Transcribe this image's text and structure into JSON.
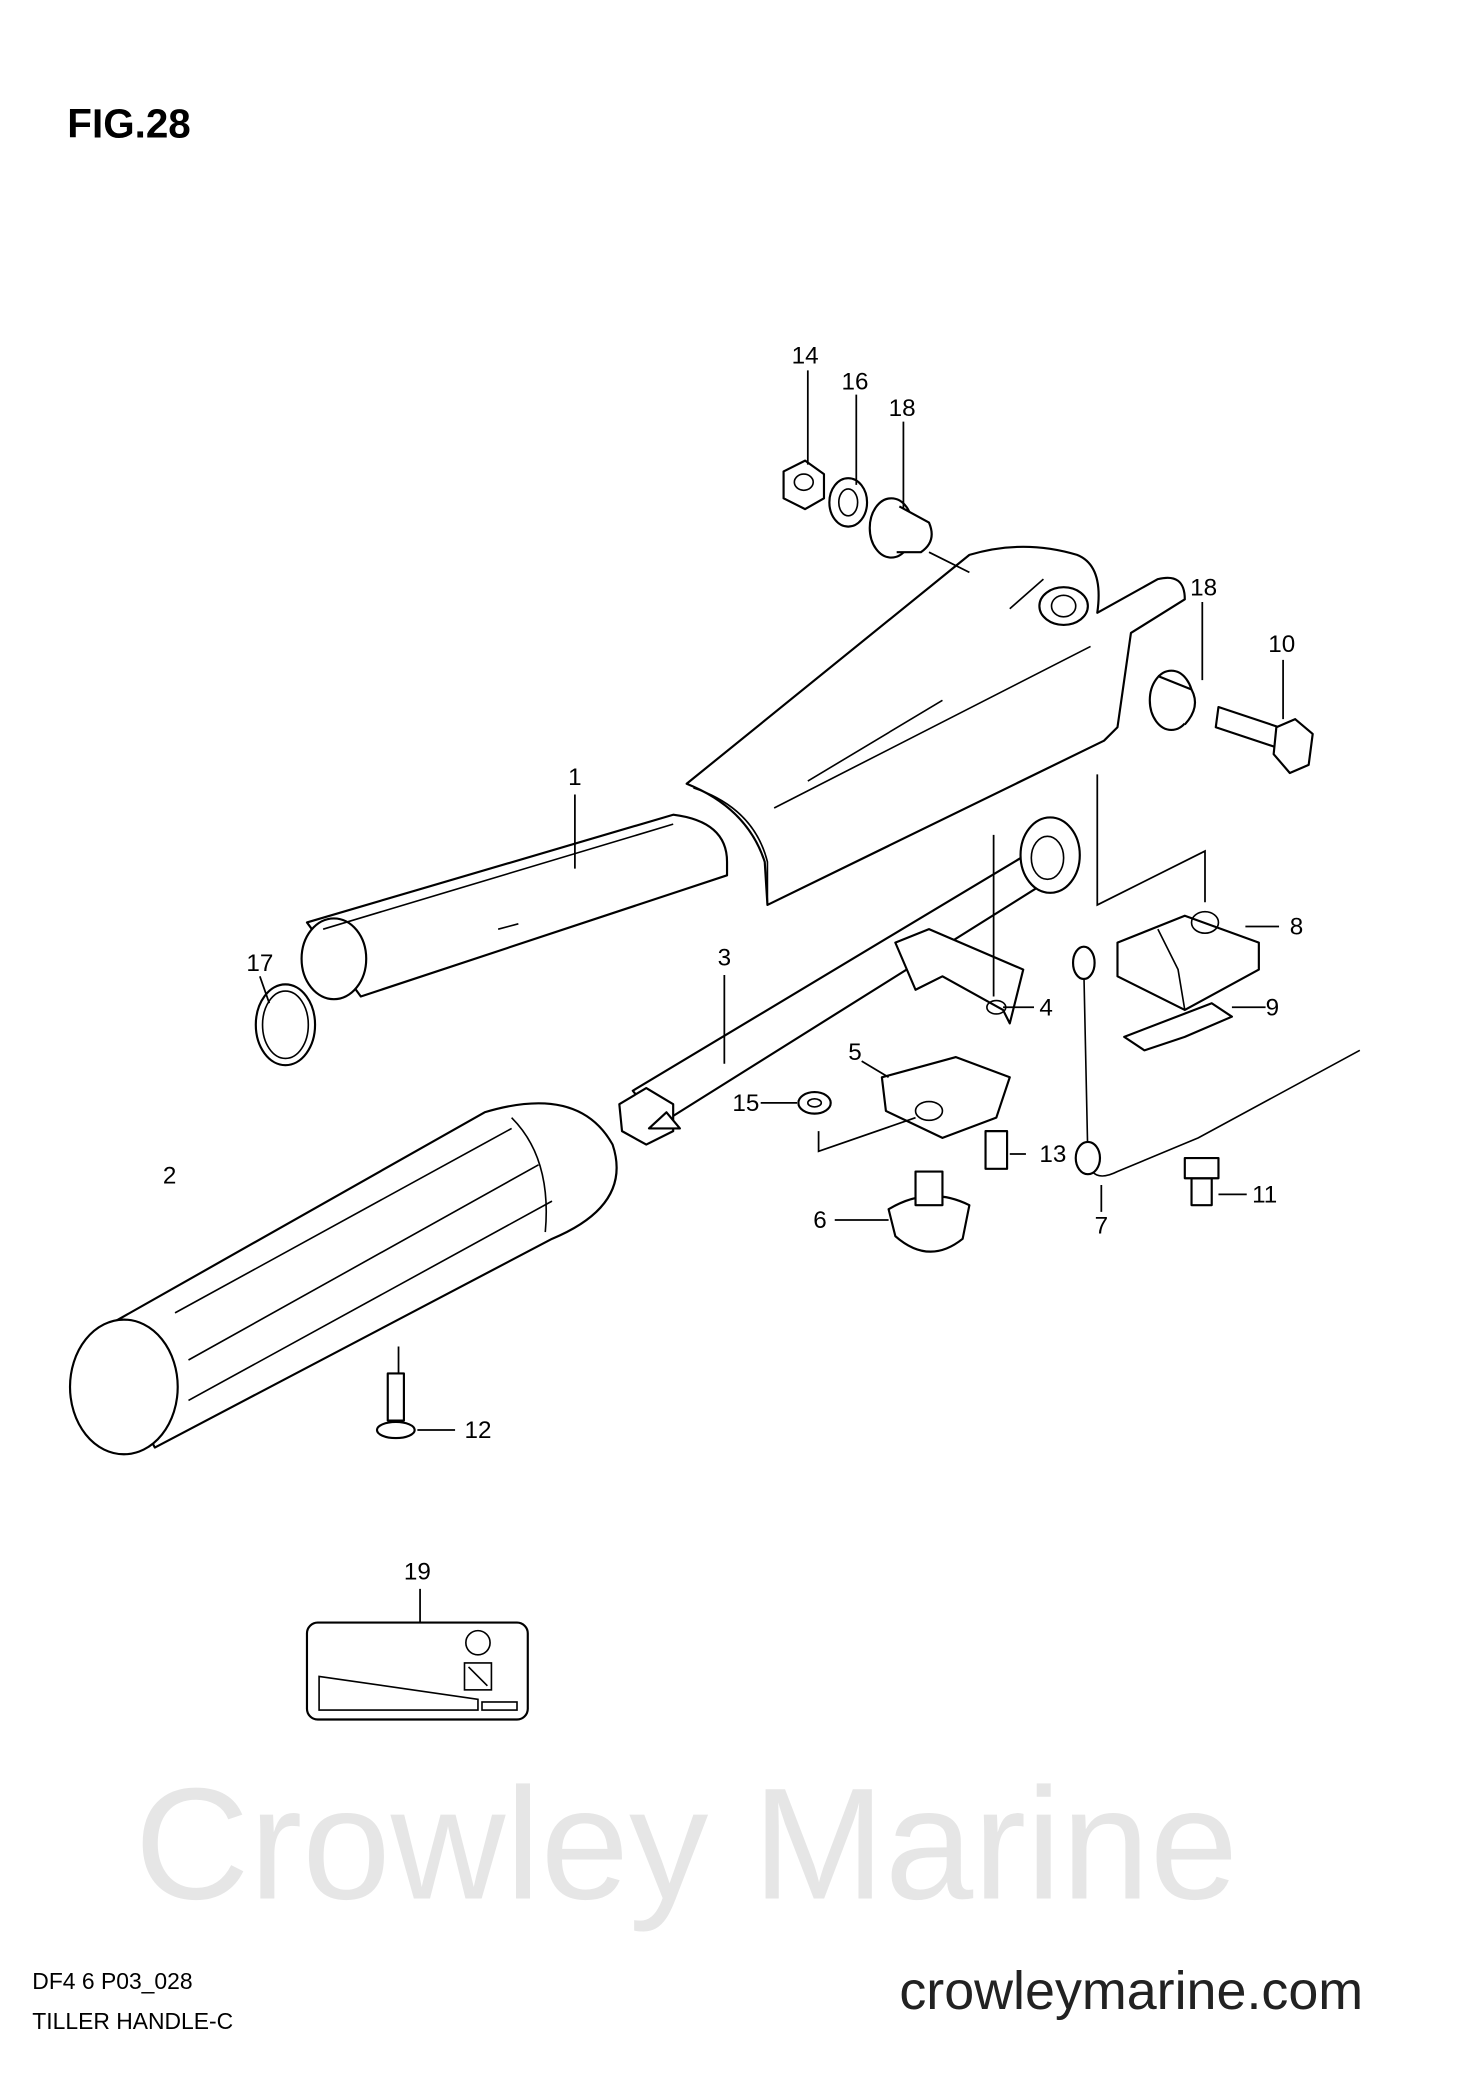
{
  "figure_title": "FIG.28",
  "watermark": "Crowley Marine",
  "footer": {
    "model_code": "DF4 6 P03_028",
    "section_title": "TILLER HANDLE-C",
    "website": "crowleymarine.com"
  },
  "callouts": {
    "c1": "1",
    "c2": "2",
    "c3": "3",
    "c4": "4",
    "c5": "5",
    "c6": "6",
    "c7": "7",
    "c8": "8",
    "c9": "9",
    "c10": "10",
    "c11": "11",
    "c12": "12",
    "c13": "13",
    "c14": "14",
    "c15": "15",
    "c16": "16",
    "c17": "17",
    "c18a": "18",
    "c18b": "18",
    "c19": "19"
  }
}
